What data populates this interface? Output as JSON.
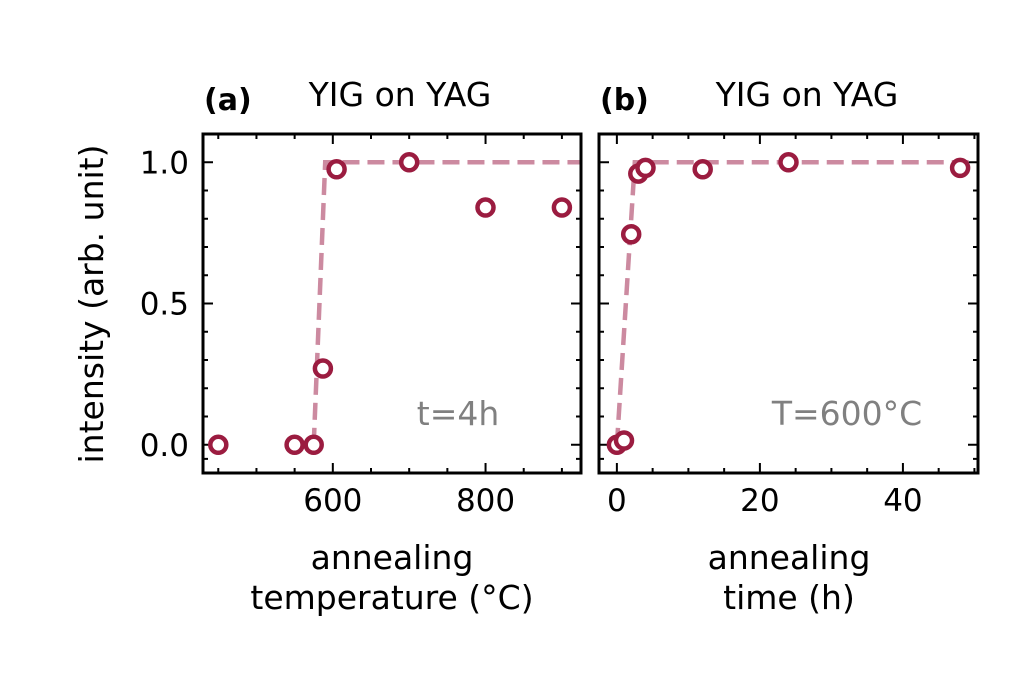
{
  "colors": {
    "marker": "#9b1c40",
    "fit_line": "#cc8aa0",
    "annotation": "#808080"
  },
  "chart_data": [
    {
      "type": "scatter",
      "panel_label": "(a)",
      "title": "YIG on YAG",
      "xlabel_lines": [
        "annealing",
        "temperature (°C)"
      ],
      "ylabel": "intensity (arb. unit)",
      "annotation": "t=4h",
      "xlim": [
        430,
        925
      ],
      "ylim": [
        -0.1,
        1.1
      ],
      "xticks": [
        600,
        800
      ],
      "yticks": [
        0.0,
        0.5,
        1.0
      ],
      "ytick_labels": [
        "0.0",
        "0.5",
        "1.0"
      ],
      "x_minor": [
        450,
        500,
        550,
        650,
        700,
        750,
        850,
        900
      ],
      "y_minor": [
        -0.05,
        0.1,
        0.2,
        0.3,
        0.4,
        0.6,
        0.7,
        0.8,
        0.9
      ],
      "points": {
        "x": [
          450,
          550,
          575,
          587,
          605,
          700,
          800,
          900
        ],
        "y": [
          0.0,
          0.0,
          0.0,
          0.27,
          0.975,
          1.0,
          0.84,
          0.84
        ]
      },
      "fit": {
        "x": [
          575,
          590,
          925
        ],
        "y": [
          0.0,
          1.0,
          1.0
        ]
      }
    },
    {
      "type": "scatter",
      "panel_label": "(b)",
      "title": "YIG on YAG",
      "xlabel_lines": [
        "annealing",
        "time (h)"
      ],
      "annotation": "T=600°C",
      "xlim": [
        -2.5,
        50.5
      ],
      "ylim": [
        -0.1,
        1.1
      ],
      "xticks": [
        0,
        20,
        40
      ],
      "yticks": [
        0.0,
        0.5,
        1.0
      ],
      "x_minor": [
        5,
        10,
        15,
        25,
        30,
        35,
        45,
        50
      ],
      "y_minor": [
        -0.05,
        0.1,
        0.2,
        0.3,
        0.4,
        0.6,
        0.7,
        0.8,
        0.9
      ],
      "points": {
        "x": [
          0,
          1,
          2,
          3,
          4,
          12,
          24,
          48
        ],
        "y": [
          0.0,
          0.015,
          0.745,
          0.96,
          0.98,
          0.975,
          1.0,
          0.98
        ]
      },
      "fit": {
        "x": [
          0,
          2.5,
          50.5
        ],
        "y": [
          0.0,
          1.0,
          1.0
        ]
      }
    }
  ]
}
